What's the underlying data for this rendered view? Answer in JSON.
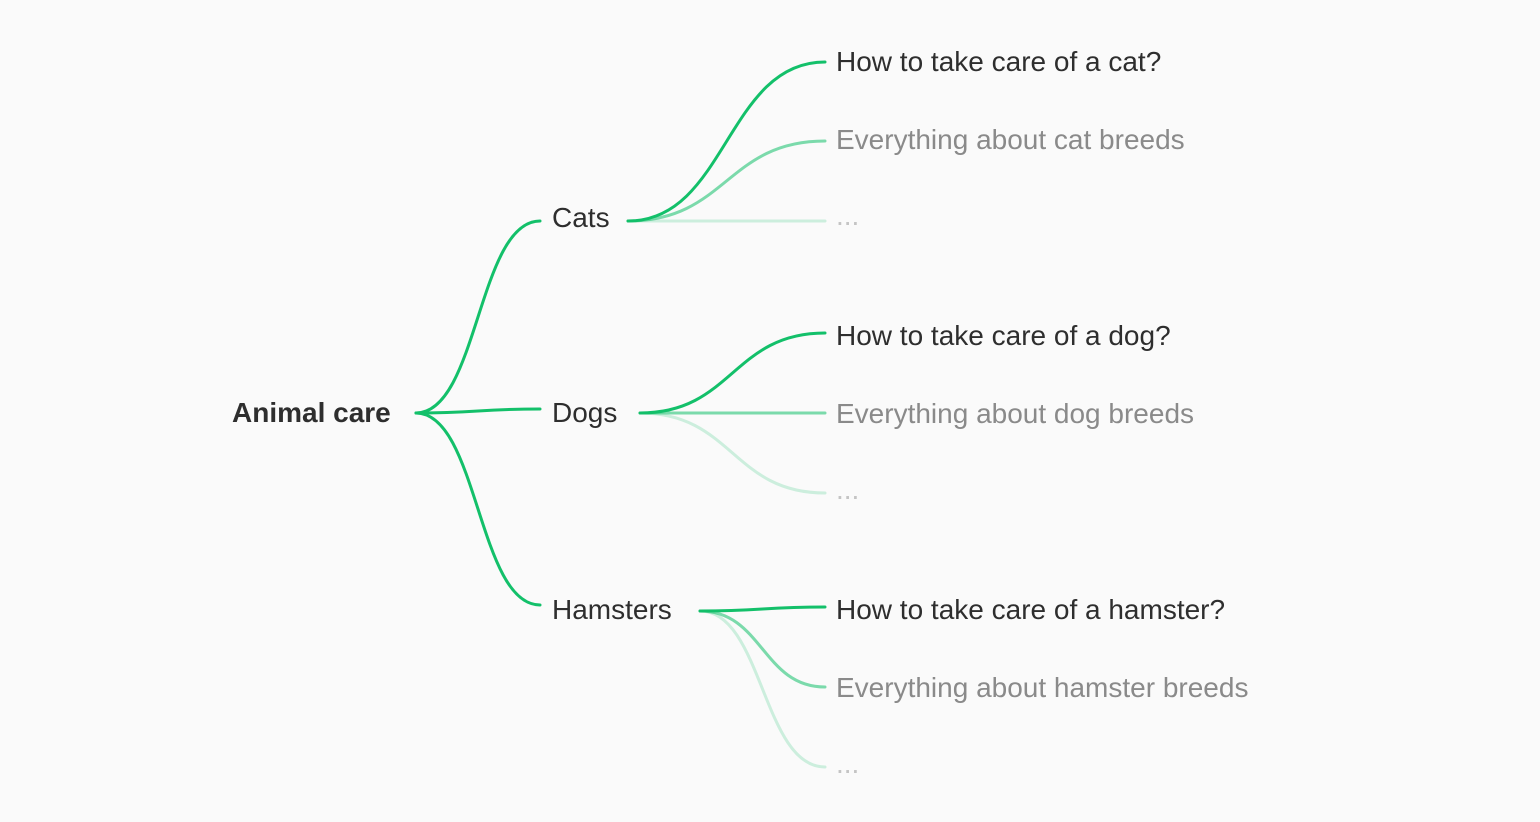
{
  "root": {
    "label": "Animal care"
  },
  "branches": [
    {
      "label": "Cats",
      "leaves": [
        "How to take care of a cat?",
        "Everything about cat breeds",
        "..."
      ]
    },
    {
      "label": "Dogs",
      "leaves": [
        "How to take care of a dog?",
        "Everything about dog breeds",
        "..."
      ]
    },
    {
      "label": "Hamsters",
      "leaves": [
        "How to take care of a hamster?",
        "Everything about hamster breeds",
        "..."
      ]
    }
  ],
  "colors": {
    "line": "#13c06a",
    "text": "#2e2e2e",
    "secondary": "#8a8a8a",
    "muted": "#c4c4c4"
  }
}
